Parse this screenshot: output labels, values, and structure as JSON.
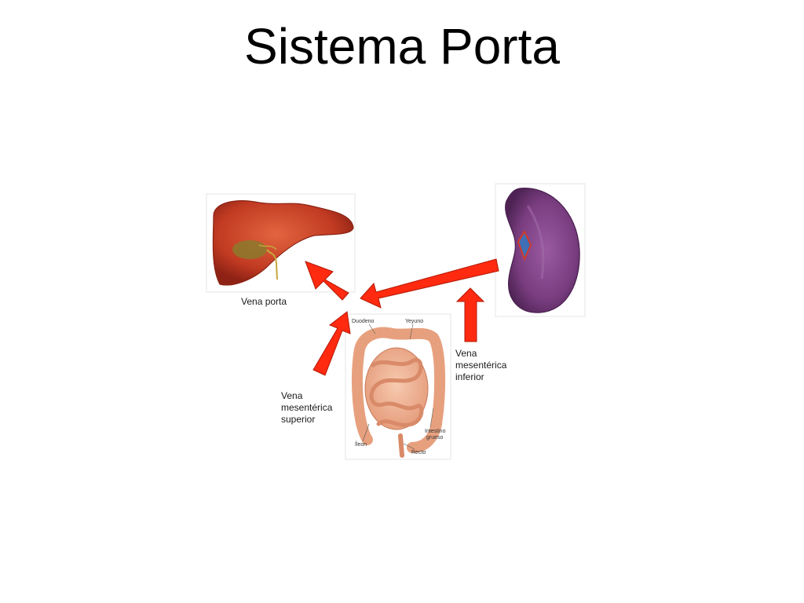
{
  "title": "Sistema Porta",
  "labels": {
    "vena_porta": "Vena porta",
    "vena_mes_inf": [
      "Vena",
      "mesentérica",
      "inferior"
    ],
    "vena_mes_sup": [
      "Vena",
      "mesentérica",
      "superior"
    ]
  },
  "intestine_labels": {
    "duodeno": "Duodeno",
    "yeyuno": "Yeyuno",
    "ileon": "Íleon",
    "intestino_grueso": [
      "Intestino",
      "grueso"
    ],
    "recto": "Recto"
  },
  "colors": {
    "arrow": "#ff2a10",
    "liver": "#c23a22",
    "spleen": "#7b3f7f",
    "intestine": "#f2b497"
  },
  "icons": [
    "liver-icon",
    "spleen-icon",
    "intestine-icon"
  ]
}
